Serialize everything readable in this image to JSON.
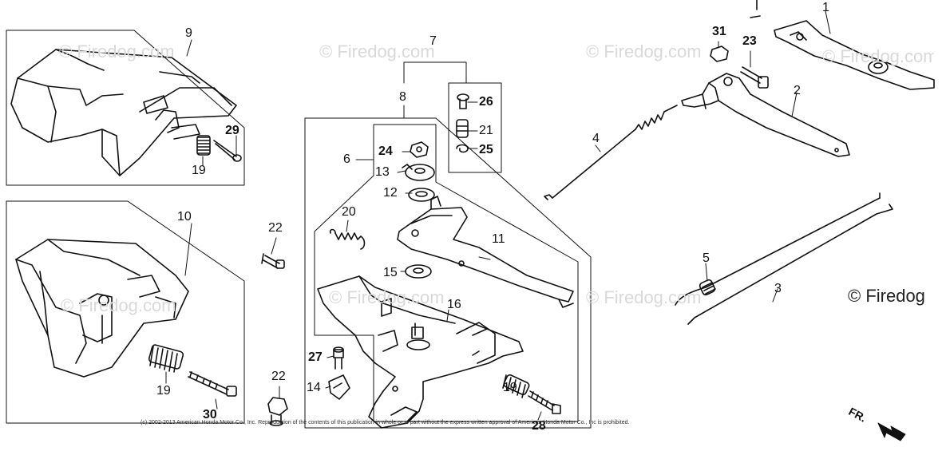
{
  "diagram": {
    "callouts": [
      "1",
      "2",
      "3",
      "4",
      "5",
      "6",
      "7",
      "8",
      "9",
      "10",
      "11",
      "12",
      "13",
      "14",
      "15",
      "16",
      "19",
      "19",
      "19",
      "20",
      "21",
      "22",
      "22",
      "23",
      "24",
      "25",
      "26",
      "27",
      "28",
      "29",
      "30",
      "31"
    ],
    "watermark": "© Firedog.com",
    "brand": "© Firedog",
    "copyright": "(c) 2002-2013 American Honda Motor Co., Inc. Reproduction of the contents of this publication in whole or in part without the express written approval of American Honda Motor Co., Inc is prohibited.",
    "direction_label": "FR."
  }
}
